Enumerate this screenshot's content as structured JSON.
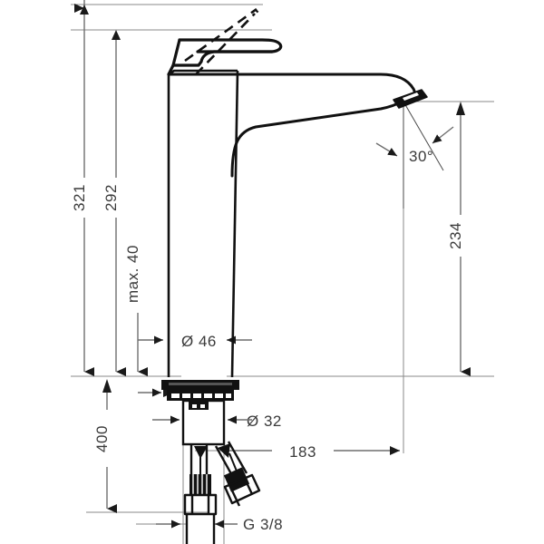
{
  "drawing": {
    "title": "Single lever basin mixer technical dimension drawing",
    "units": "mm",
    "line_color": "#000000",
    "dimension_color": "#6e6e6e",
    "text_color": "#3a3a3a",
    "background": "#ffffff"
  },
  "dimensions": {
    "total_height": "321",
    "height_to_lever_top": "292",
    "max_counter_thickness": "max. 40",
    "spout_height": "234",
    "body_diameter": "Ø 46",
    "shank_diameter": "Ø 32",
    "hose_length": "400",
    "spout_reach": "183",
    "connection_thread": "G 3/8",
    "outlet_angle": "30°"
  },
  "labels": [
    {
      "id": "dim-321",
      "text": "321",
      "orientation": "vertical"
    },
    {
      "id": "dim-292",
      "text": "292",
      "orientation": "vertical"
    },
    {
      "id": "dim-max40",
      "text": "max. 40",
      "orientation": "vertical"
    },
    {
      "id": "dim-234",
      "text": "234",
      "orientation": "vertical"
    },
    {
      "id": "dim-400",
      "text": "400",
      "orientation": "vertical"
    },
    {
      "id": "dim-d46",
      "text": "Ø 46",
      "orientation": "horizontal"
    },
    {
      "id": "dim-d32",
      "text": "Ø 32",
      "orientation": "horizontal"
    },
    {
      "id": "dim-183",
      "text": "183",
      "orientation": "horizontal"
    },
    {
      "id": "dim-g38",
      "text": "G 3/8",
      "orientation": "horizontal"
    },
    {
      "id": "dim-30deg",
      "text": "30°",
      "orientation": "horizontal"
    }
  ]
}
